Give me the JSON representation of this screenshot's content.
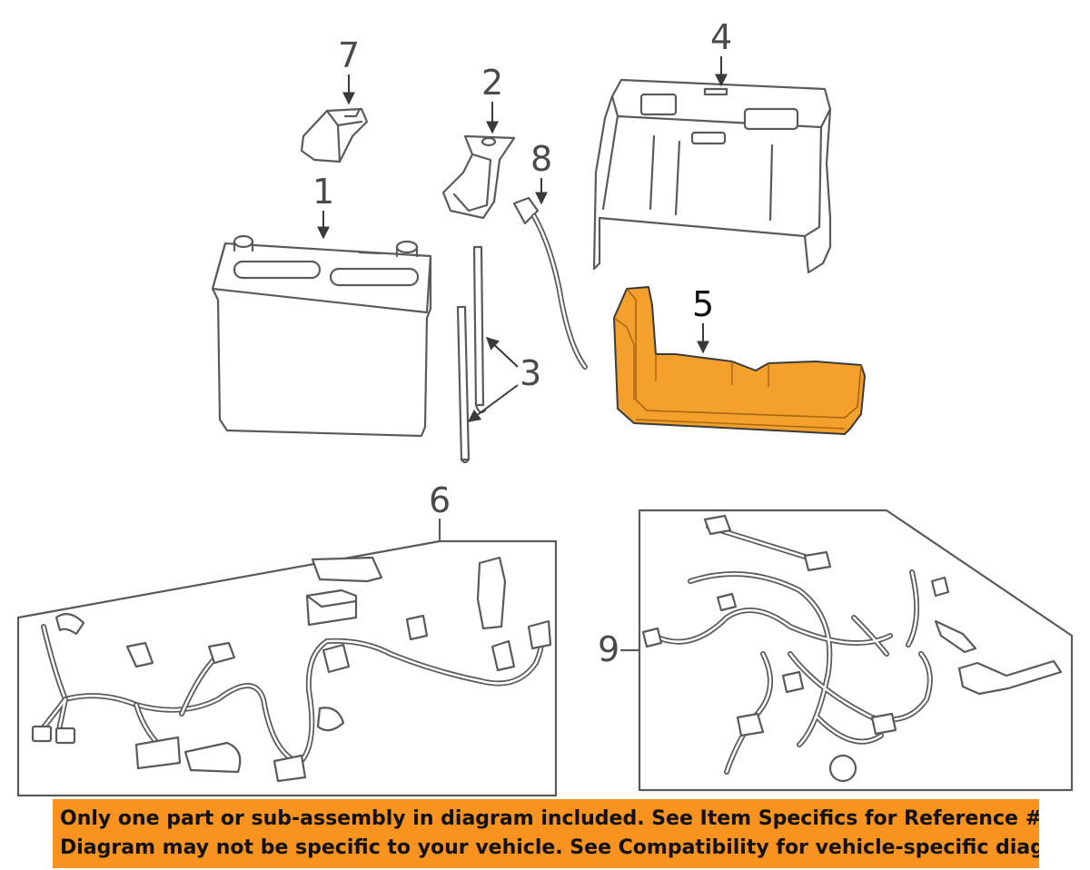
{
  "colors": {
    "highlight": "#f3a12c",
    "highlight_dark": "#c97a12",
    "banner_bg": "#f7931e",
    "line": "#5a5a5a"
  },
  "callouts": {
    "n1": "1",
    "n2": "2",
    "n3": "3",
    "n4": "4",
    "n5": "5",
    "n6": "6",
    "n7": "7",
    "n8": "8",
    "n9": "9"
  },
  "parts": {
    "battery": "battery-drawing",
    "terminal_cover": "terminal-cover-drawing",
    "hold_down": "hold-down-clamp-drawing",
    "rods": "hold-down-rods-drawing",
    "battery_cover": "battery-cover-drawing",
    "tray": "battery-tray-drawing",
    "harness_6": "wire-harness-drawing",
    "cable": "ground-cable-drawing",
    "harness_9": "engine-harness-drawing"
  },
  "banner": {
    "line1": "Only one part or sub-assembly in diagram included. See Item Specifics for Reference #.",
    "line2": "Diagram may not be specific to your vehicle. See Compatibility for vehicle-specific diagrams."
  }
}
